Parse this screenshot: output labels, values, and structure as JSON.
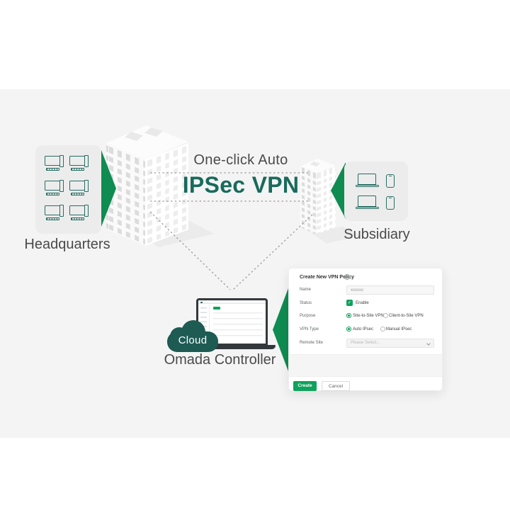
{
  "headline": {
    "top_line": "One-click Auto",
    "main_line": "IPSec VPN"
  },
  "sites": {
    "headquarters": {
      "label": "Headquarters"
    },
    "subsidiary": {
      "label": "Subsidiary"
    }
  },
  "controller": {
    "cloud_badge": "Cloud",
    "label": "Omada Controller"
  },
  "form": {
    "title": "Create New VPN Policy",
    "rows": {
      "name": {
        "label": "Name",
        "value": "xxxxxx"
      },
      "status": {
        "label": "Status",
        "option": "Enable"
      },
      "purpose": {
        "label": "Purpose",
        "selected": "Site-to-Site VPN",
        "unselected": "Client-to-Site VPN"
      },
      "vpn_type": {
        "label": "VPN Type",
        "selected": "Auto IPsec",
        "unselected": "Manual IPsec"
      },
      "remote_site": {
        "label": "Remote Site",
        "placeholder": "Please Select..."
      }
    },
    "buttons": {
      "create": "Create",
      "cancel": "Cancel"
    }
  },
  "icons": {
    "help": "?",
    "check": "✓"
  },
  "colors": {
    "arrow_green": "#0f8c51",
    "brand_teal": "#186a5c",
    "cloud_teal": "#1d5b53",
    "form_green": "#0fa25c",
    "device_stroke": "#276e63",
    "band_bg": "#f4f4f4"
  }
}
